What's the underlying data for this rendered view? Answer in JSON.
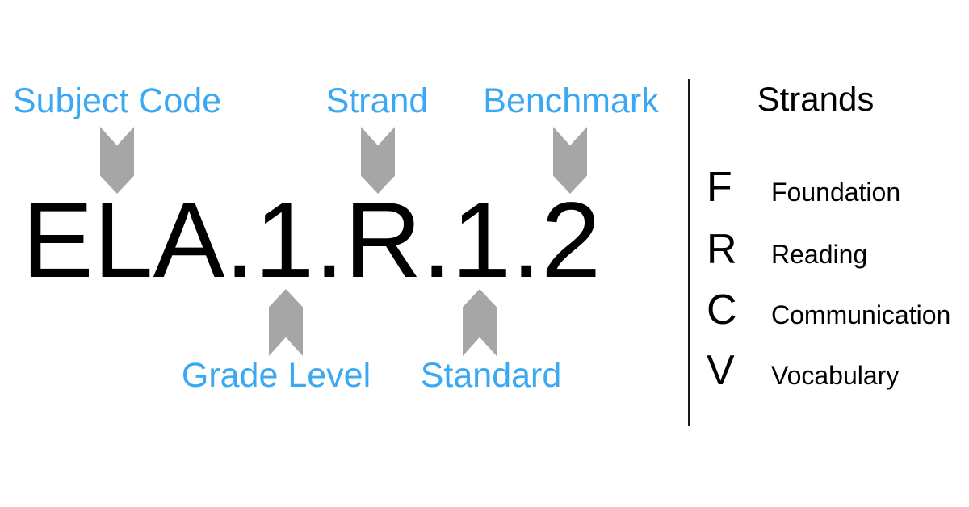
{
  "diagram": {
    "code": "ELA.1.R.1.2",
    "top_annotations": [
      {
        "label": "Subject Code"
      },
      {
        "label": "Strand"
      },
      {
        "label": "Benchmark"
      }
    ],
    "bottom_annotations": [
      {
        "label": "Grade Level"
      },
      {
        "label": "Standard"
      }
    ]
  },
  "legend": {
    "title": "Strands",
    "items": [
      {
        "letter": "F",
        "name": "Foundation"
      },
      {
        "letter": "R",
        "name": "Reading"
      },
      {
        "letter": "C",
        "name": "Communication"
      },
      {
        "letter": "V",
        "name": "Vocabulary"
      }
    ]
  },
  "colors": {
    "label_blue": "#3AA8F3",
    "arrow_gray": "#A6A6A6",
    "code_black": "#000000",
    "divider": "#1A1A1A"
  }
}
